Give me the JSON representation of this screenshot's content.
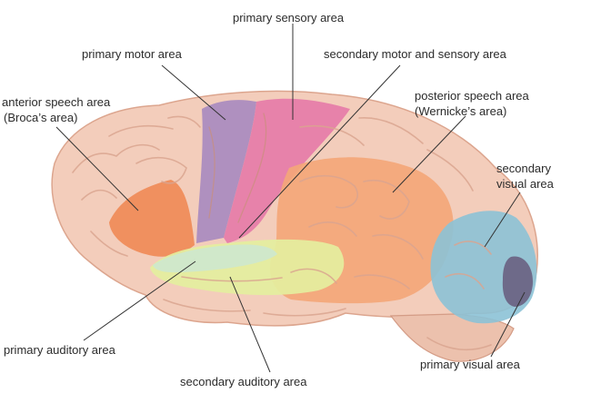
{
  "labels": {
    "primary_sensory": "primary sensory area",
    "primary_motor": "primary motor area",
    "secondary_motor_sensory": "secondary motor and sensory area",
    "anterior_speech_1": "anterior speech area",
    "anterior_speech_2": "(Broca’s area)",
    "posterior_speech_1": "posterior speech area",
    "posterior_speech_2": "(Wernicke’s area)",
    "secondary_visual_1": "secondary",
    "secondary_visual_2": "visual area",
    "primary_auditory": "primary auditory area",
    "secondary_auditory": "secondary auditory area",
    "primary_visual": "primary visual area"
  },
  "colors": {
    "brain_base": "#f3cdbb",
    "primary_motor": "#a98bbf",
    "primary_sensory": "#e57aa8",
    "broca": "#ef8c5a",
    "wernicke": "#f4a678",
    "secondary_visual": "#8cc2d6",
    "primary_visual": "#6b6585",
    "primary_auditory": "#cfe8cc",
    "secondary_auditory": "#e4ef9e"
  }
}
